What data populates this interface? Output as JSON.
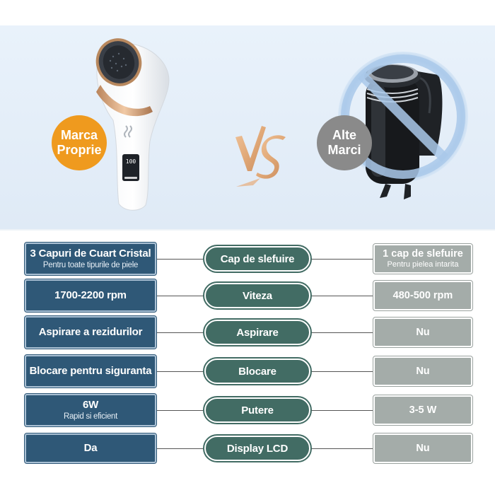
{
  "colors": {
    "own_badge": "#ef9a1e",
    "other_badge": "#8a8a8a",
    "left_column": "#2f5877",
    "middle_column": "#426c64",
    "right_column": "#a4aca9"
  },
  "hero": {
    "own_badge": {
      "line1": "Marca",
      "line2": "Proprie"
    },
    "other_badge": {
      "line1": "Alte",
      "line2": "Marci"
    },
    "device_display": "100"
  },
  "rows": [
    {
      "left_main": "3 Capuri de Cuart Cristal",
      "left_sub": "Pentru toate tipurile de piele",
      "feature": "Cap de slefuire",
      "right_main": "1 cap de slefuire",
      "right_sub": "Pentru pielea intarita"
    },
    {
      "left_main": "1700-2200 rpm",
      "left_sub": "",
      "feature": "Viteza",
      "right_main": "480-500 rpm",
      "right_sub": ""
    },
    {
      "left_main": "Aspirare a rezidurilor",
      "left_sub": "",
      "feature": "Aspirare",
      "right_main": "Nu",
      "right_sub": ""
    },
    {
      "left_main": "Blocare pentru siguranta",
      "left_sub": "",
      "feature": "Blocare",
      "right_main": "Nu",
      "right_sub": ""
    },
    {
      "left_main": "6W",
      "left_sub": "Rapid si eficient",
      "feature": "Putere",
      "right_main": "3-5 W",
      "right_sub": ""
    },
    {
      "left_main": "Da",
      "left_sub": "",
      "feature": "Display LCD",
      "right_main": "Nu",
      "right_sub": ""
    }
  ]
}
